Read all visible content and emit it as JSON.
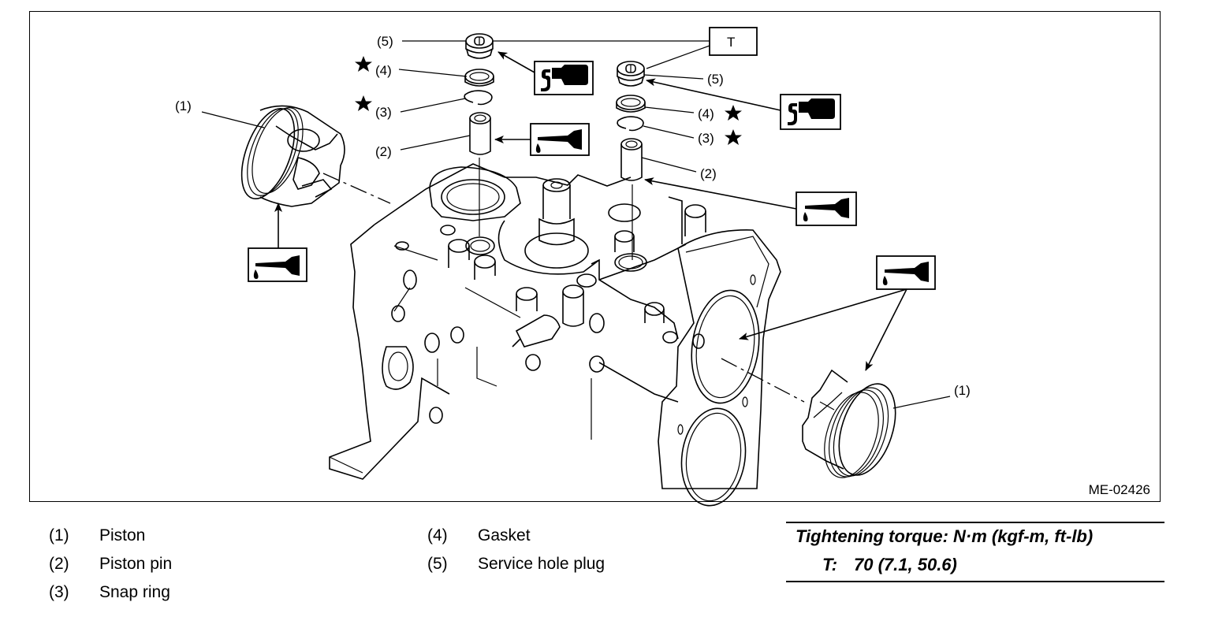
{
  "figure": {
    "id": "ME-02426",
    "callouts": {
      "piston_left": "(1)",
      "piston_right": "(1)",
      "pin_left": "(2)",
      "pin_right": "(2)",
      "snap_left": "(3)",
      "snap_right": "(3)",
      "gasket_left": "(4)",
      "gasket_right": "(4)",
      "plug_left": "(5)",
      "plug_right": "(5)",
      "torque_box": "T"
    },
    "symbols": {
      "replace_part": "star-icon",
      "apply_oil": "oil-can-icon",
      "apply_sealant": "sealant-tube-icon"
    }
  },
  "legend": {
    "items": [
      {
        "num": "(1)",
        "label": "Piston"
      },
      {
        "num": "(2)",
        "label": "Piston pin"
      },
      {
        "num": "(3)",
        "label": "Snap ring"
      },
      {
        "num": "(4)",
        "label": "Gasket"
      },
      {
        "num": "(5)",
        "label": "Service hole plug"
      }
    ]
  },
  "torque": {
    "title": "Tightening torque: N·m (kgf-m, ft-lb)",
    "code": "T:",
    "value": "70 (7.1, 50.6)"
  }
}
